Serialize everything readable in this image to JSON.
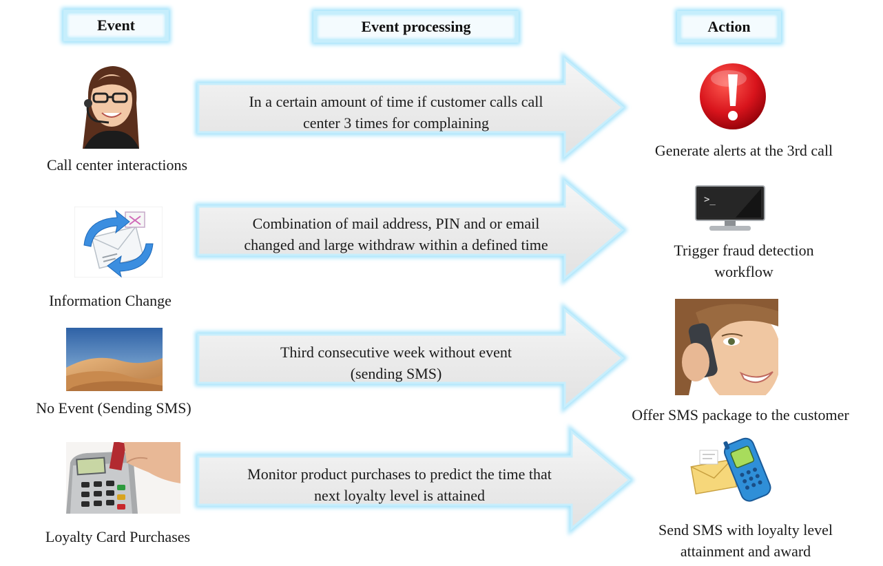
{
  "headers": {
    "event": "Event",
    "processing": "Event processing",
    "action": "Action"
  },
  "rows": [
    {
      "event_label": "Call center interactions",
      "event_icon": "call-center-agent-icon",
      "processing_line1": "In a certain amount of time if customer calls call",
      "processing_line2": "center 3 times for complaining",
      "action_label_line1": "Generate alerts at the 3rd call",
      "action_label_line2": "",
      "action_icon": "alert-exclamation-icon"
    },
    {
      "event_label": "Information Change",
      "event_icon": "mail-sync-icon",
      "processing_line1": "Combination of mail address, PIN and or email",
      "processing_line2": "changed and large withdraw within a defined time",
      "action_label_line1": "Trigger fraud detection",
      "action_label_line2": "workflow",
      "action_icon": "terminal-monitor-icon"
    },
    {
      "event_label": "No Event (Sending SMS)",
      "event_icon": "desert-dunes-icon",
      "processing_line1": "Third consecutive week without event",
      "processing_line2": "(sending SMS)",
      "action_label_line1": "Offer SMS package to the customer",
      "action_label_line2": "",
      "action_icon": "woman-on-phone-icon"
    },
    {
      "event_label": "Loyalty Card Purchases",
      "event_icon": "card-terminal-icon",
      "processing_line1": "Monitor product purchases to predict the time that",
      "processing_line2": "next loyalty level is attained",
      "action_label_line1": "Send SMS with loyalty level",
      "action_label_line2": "attainment and award",
      "action_icon": "sms-phone-envelope-icon"
    }
  ],
  "colors": {
    "arrow_glow": "#a8e4fb",
    "arrow_fill": "#eeeeee",
    "alert_red": "#d8141c"
  }
}
